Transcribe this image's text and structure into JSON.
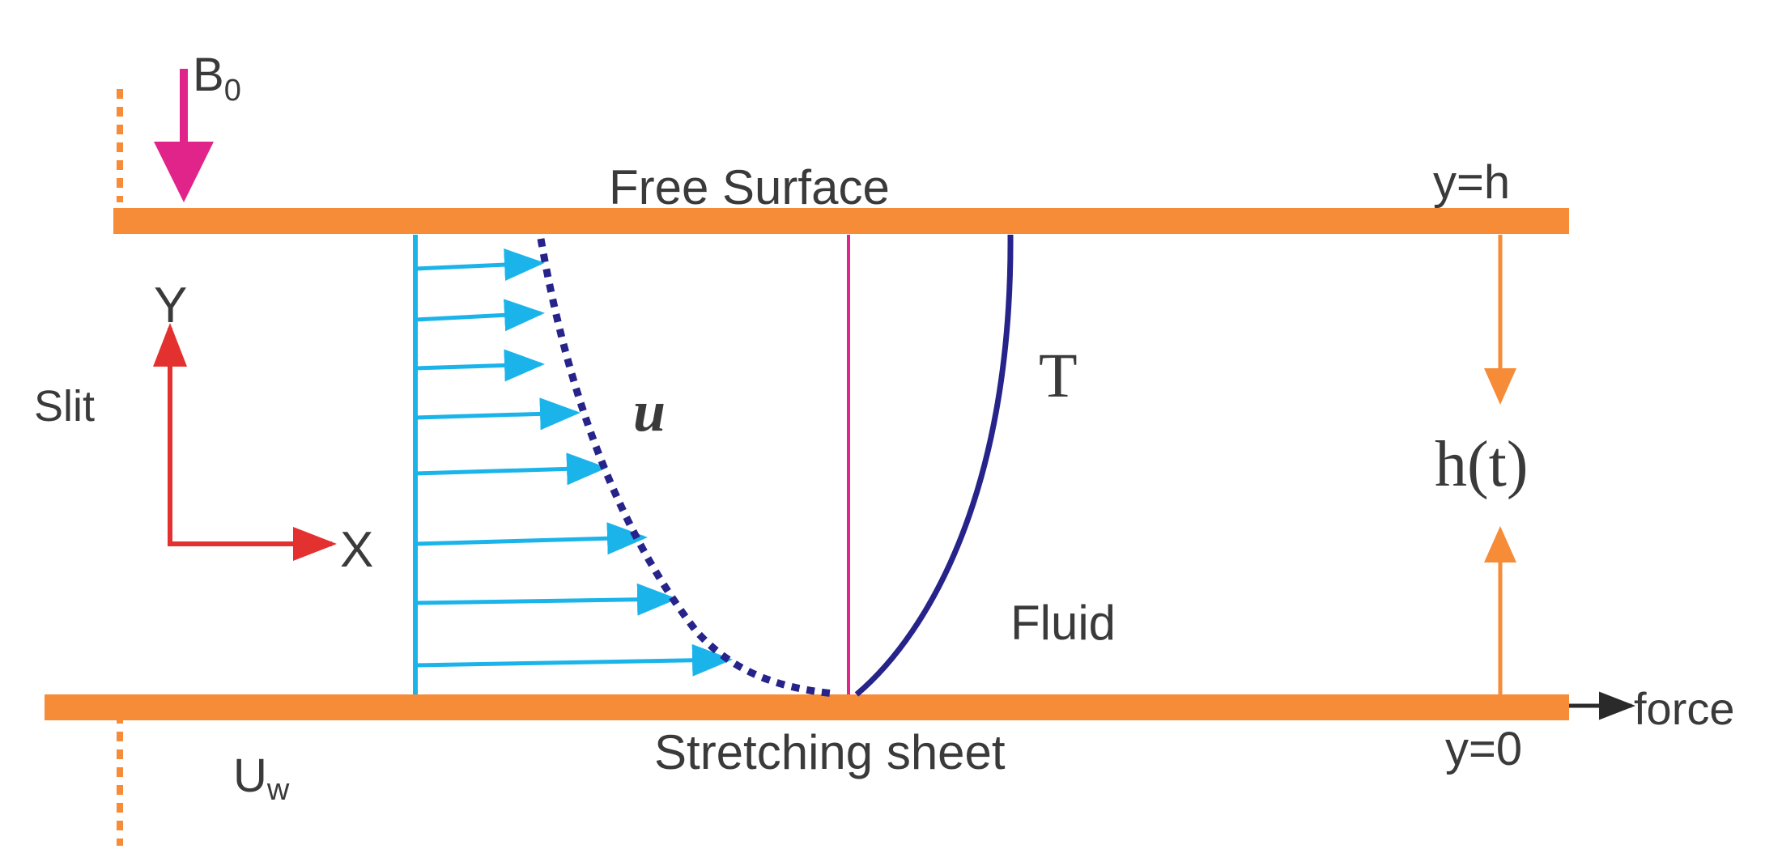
{
  "colors": {
    "plate": "#f68b38",
    "magnet": "#e0248a",
    "velocity_arrow": "#1bb4ea",
    "profile": "#26238a",
    "axis": "#e2312f",
    "text": "#3a3a3a",
    "force_arrow": "#2a2a2a"
  },
  "labels": {
    "magnetic_field": "B",
    "magnetic_field_sub": "0",
    "free_surface": "Free Surface",
    "top_y": "y=h",
    "axis_y": "Y",
    "axis_x": "X",
    "slit": "Slit",
    "velocity": "u",
    "temperature": "T",
    "thickness": "h(t)",
    "fluid": "Fluid",
    "force": "force",
    "bottom_sheet": "Stretching sheet",
    "bottom_y": "y=0",
    "wall_velocity": "U",
    "wall_velocity_sub": "w"
  },
  "icons": {
    "magnetic_field_arrow": "down-arrow-icon",
    "force_arrow": "right-arrow-icon"
  }
}
